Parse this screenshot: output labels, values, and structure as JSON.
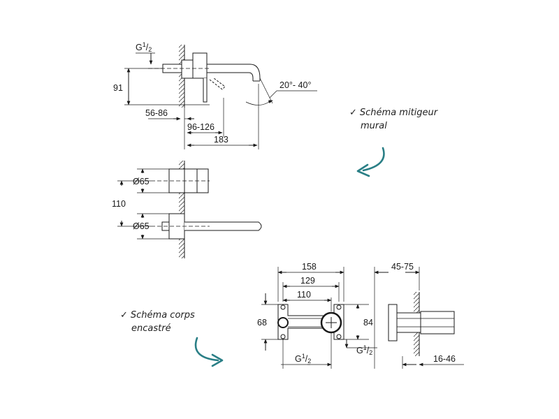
{
  "notes": {
    "wall_mixer": {
      "check": "✓",
      "line1": "Schéma mitigeur",
      "line2": "mural"
    },
    "concealed_body": {
      "check": "✓",
      "line1": "Schéma corps",
      "line2": "encastré"
    }
  },
  "side_view": {
    "thread": "G",
    "thread_frac_num": "1",
    "thread_frac_den": "2",
    "height": "91",
    "angle": "20°- 40°",
    "depth_a": "56-86",
    "depth_b": "96-126",
    "length": "183"
  },
  "front_view": {
    "diameter_top": "Ø65",
    "spacing": "110",
    "diameter_bottom": "Ø65"
  },
  "body_view": {
    "width_outer": "158",
    "width_mid": "129",
    "width_inner": "110",
    "height_left": "68",
    "height_right": "84",
    "thread_left": "G",
    "thread_right": "G",
    "thread_frac_num": "1",
    "thread_frac_den": "2",
    "wall_range": "45-75",
    "depth": "16-46"
  },
  "colors": {
    "line": "#1a1a1a",
    "accent": "#2a7f86"
  }
}
